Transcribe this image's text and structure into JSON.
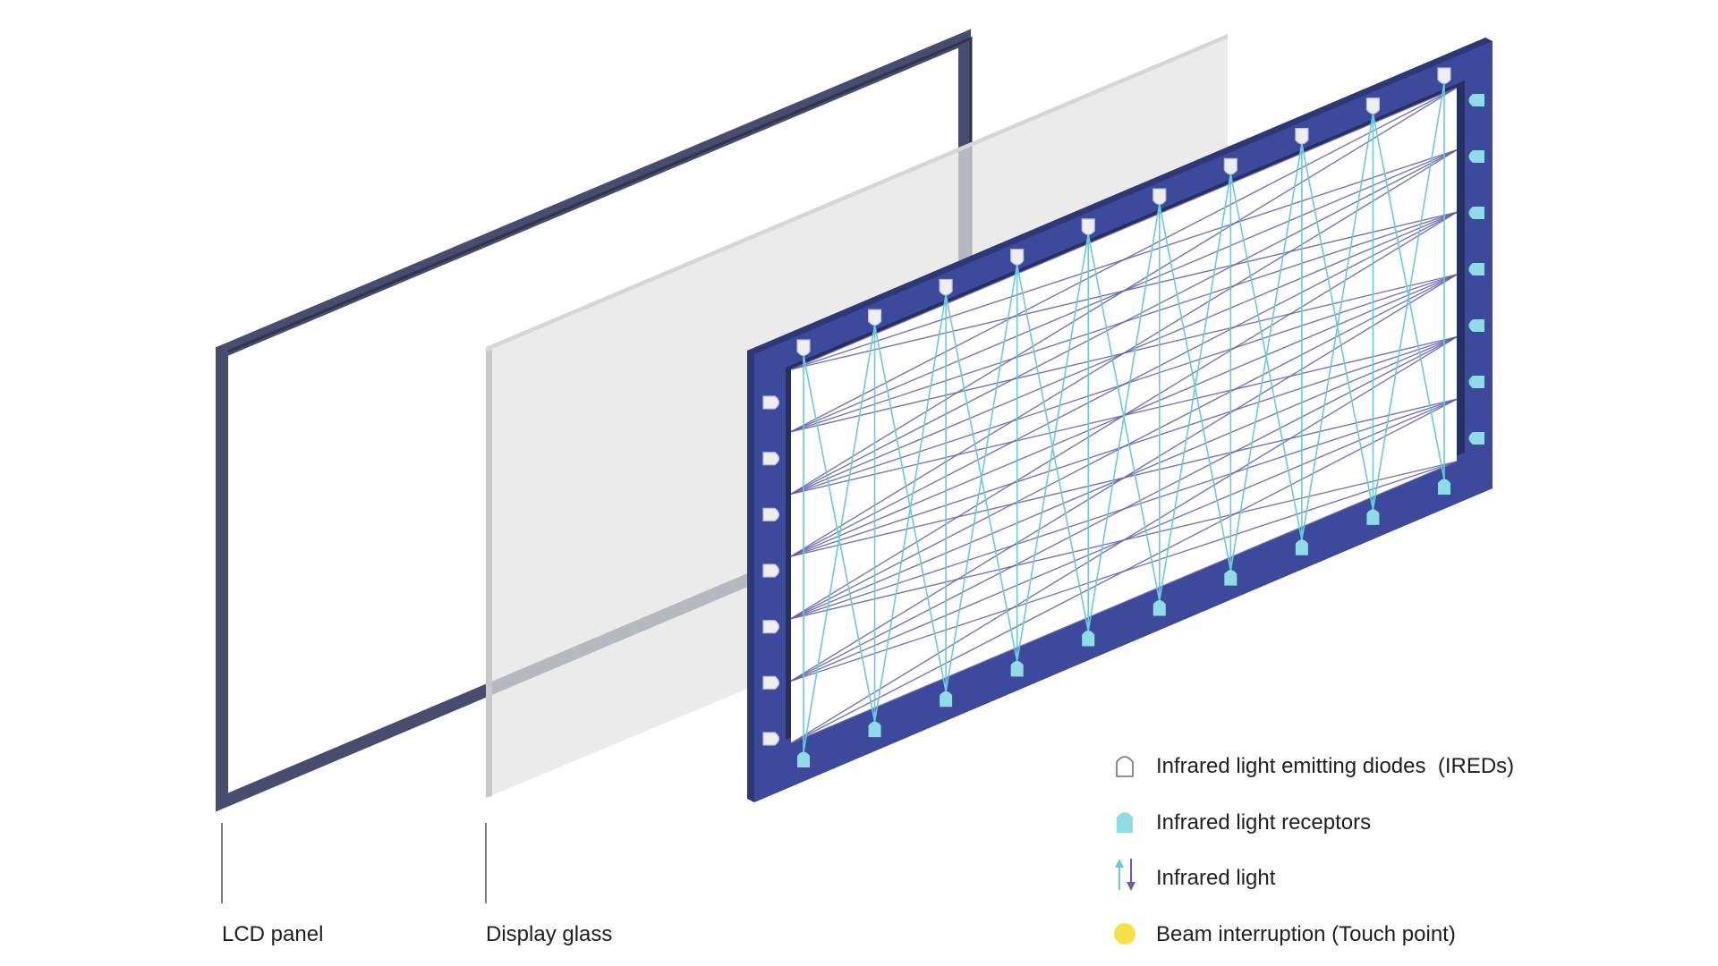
{
  "labels": {
    "lcd_panel": "LCD panel",
    "display_glass": "Display glass"
  },
  "legend": {
    "ireds": "Infrared light emitting diodes  (IREDs)",
    "receptors": "Infrared light receptors",
    "infrared_light": "Infrared light",
    "beam_interruption": "Beam interruption (Touch point)"
  },
  "colors": {
    "lcd_frame": "#474d6e",
    "glass": "#e2e2e2",
    "bezel": "#3d4a9c",
    "bezel_edge": "#2d3875",
    "emitter": "#eeeeee",
    "receptor": "#8fdbe8",
    "beam_vertical": "#6cc9dc",
    "beam_horizontal": "#5f5ea8",
    "touch_point": "#f8e04a"
  },
  "icons": {
    "emitter": "ired-icon",
    "receptor": "receptor-icon",
    "light": "infrared-light-arrows-icon",
    "touch": "touch-point-dot-icon"
  },
  "frame": {
    "top_emitters": 10,
    "bottom_receptors": 10,
    "left_emitters": 7,
    "right_receptors": 7
  }
}
